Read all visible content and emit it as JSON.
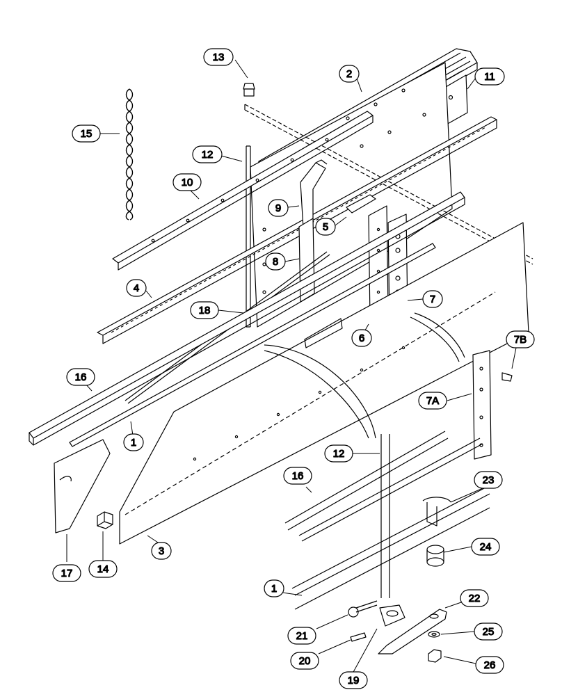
{
  "diagram": {
    "callouts": {
      "c1a": "1",
      "c1b": "1",
      "c2": "2",
      "c3": "3",
      "c4": "4",
      "c5": "5",
      "c6": "6",
      "c7": "7",
      "c7a": "7A",
      "c7b": "7B",
      "c8": "8",
      "c9": "9",
      "c10": "10",
      "c11": "11",
      "c12a": "12",
      "c12b": "12",
      "c13": "13",
      "c14": "14",
      "c15": "15",
      "c16a": "16",
      "c16b": "16",
      "c17": "17",
      "c18": "18",
      "c19": "19",
      "c20": "20",
      "c21": "21",
      "c22": "22",
      "c23": "23",
      "c24": "24",
      "c25": "25",
      "c26": "26"
    }
  }
}
